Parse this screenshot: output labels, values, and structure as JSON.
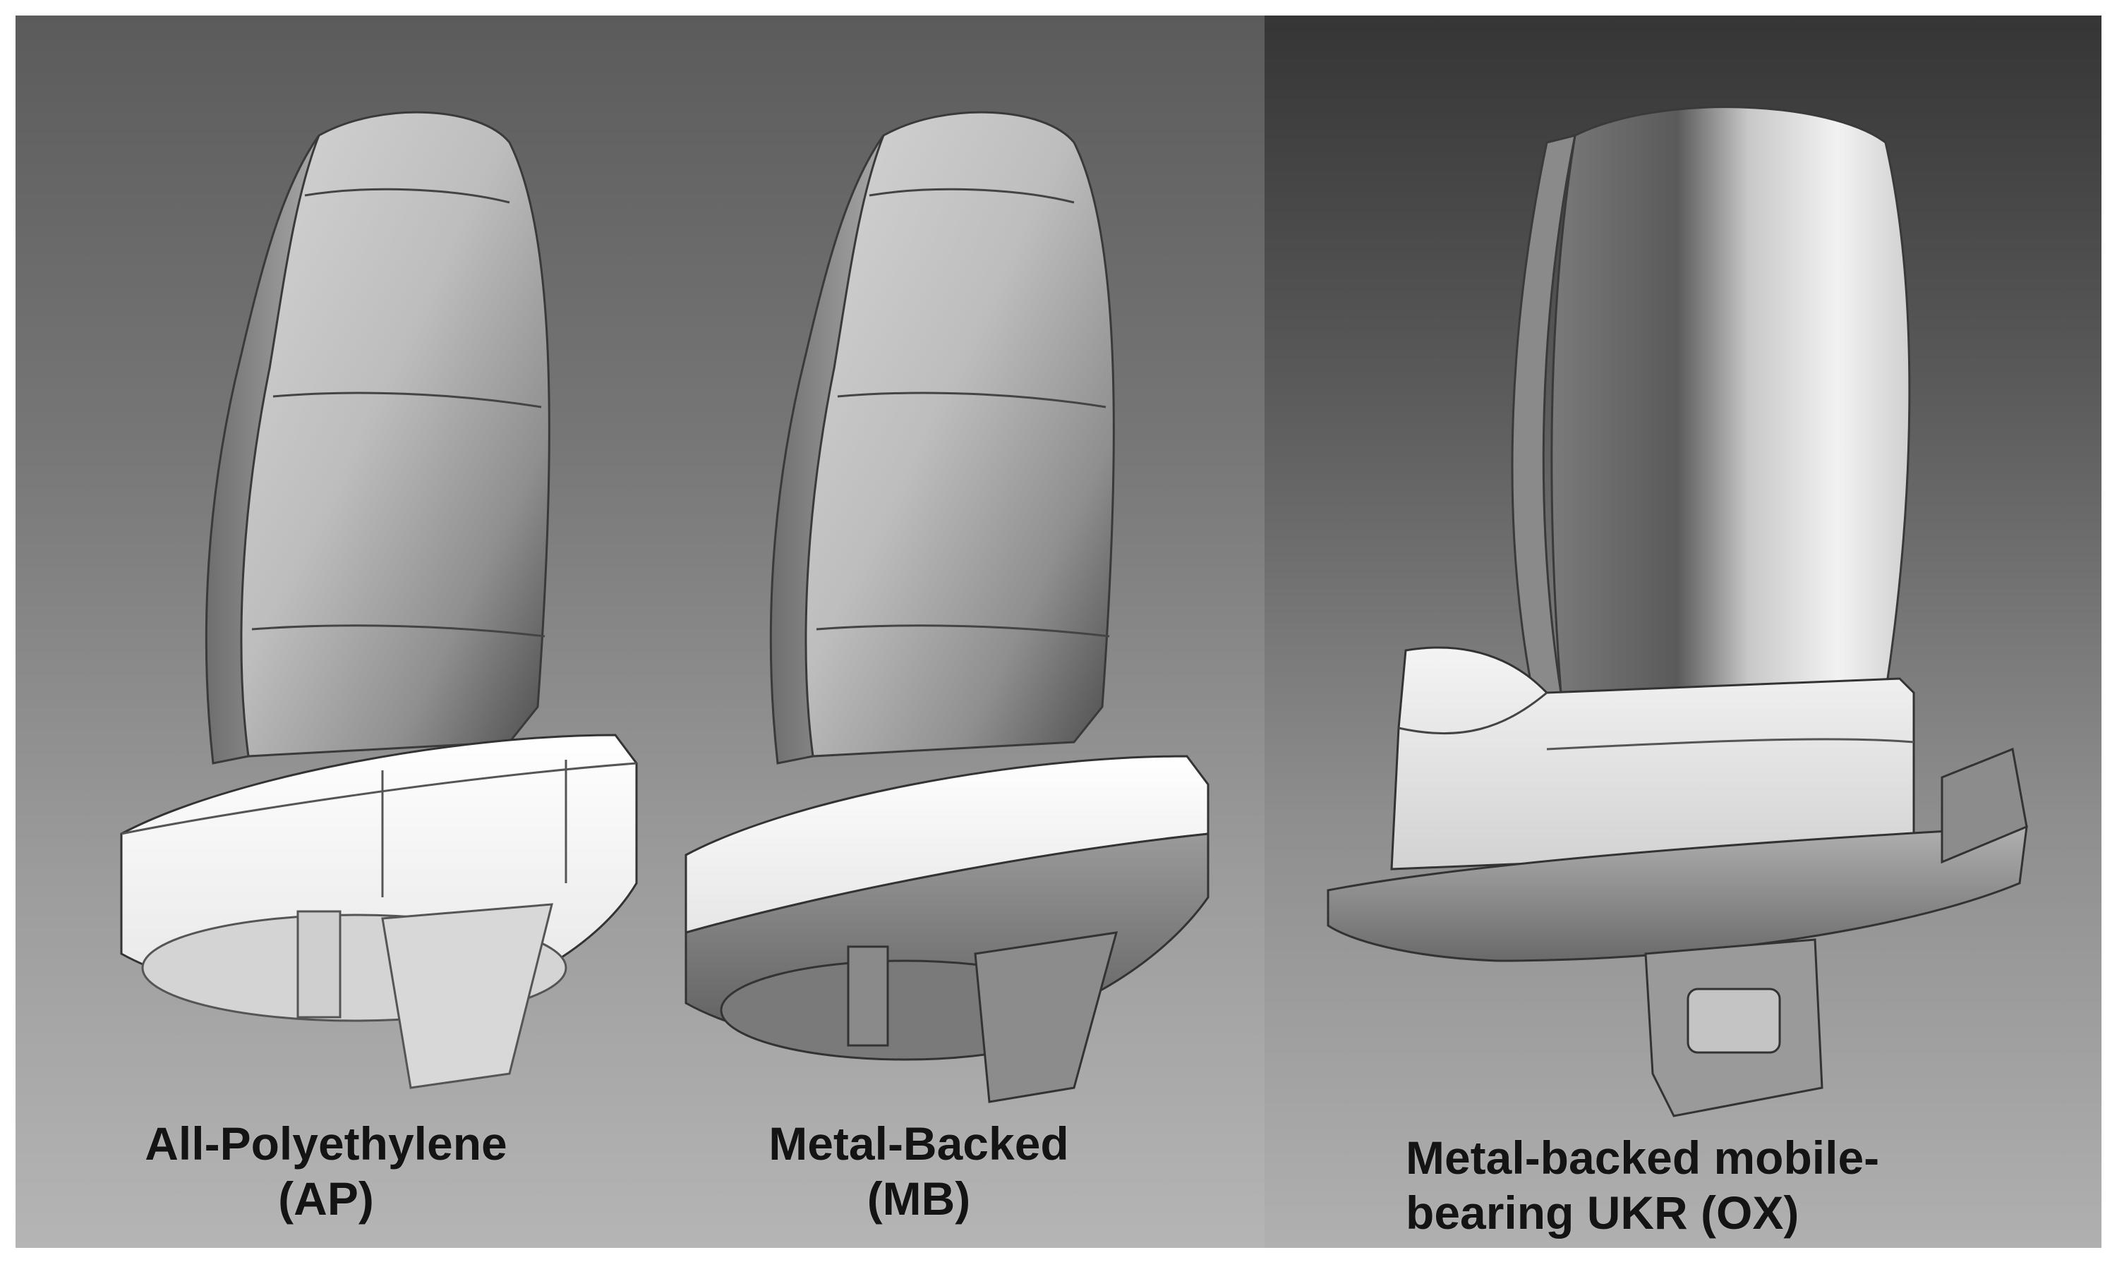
{
  "panels": [
    {
      "id": "ap",
      "caption_line1": "All-Polyethylene",
      "caption_line2": "(AP)"
    },
    {
      "id": "mb",
      "caption_line1": "Metal-Backed",
      "caption_line2": "(MB)"
    },
    {
      "id": "ox",
      "caption_line1": "Metal-backed mobile-",
      "caption_line2": "bearing UKR (OX)"
    }
  ],
  "colors": {
    "background_left": "#777777",
    "background_right": "#4a4a4a",
    "caption_text": "#141414"
  }
}
